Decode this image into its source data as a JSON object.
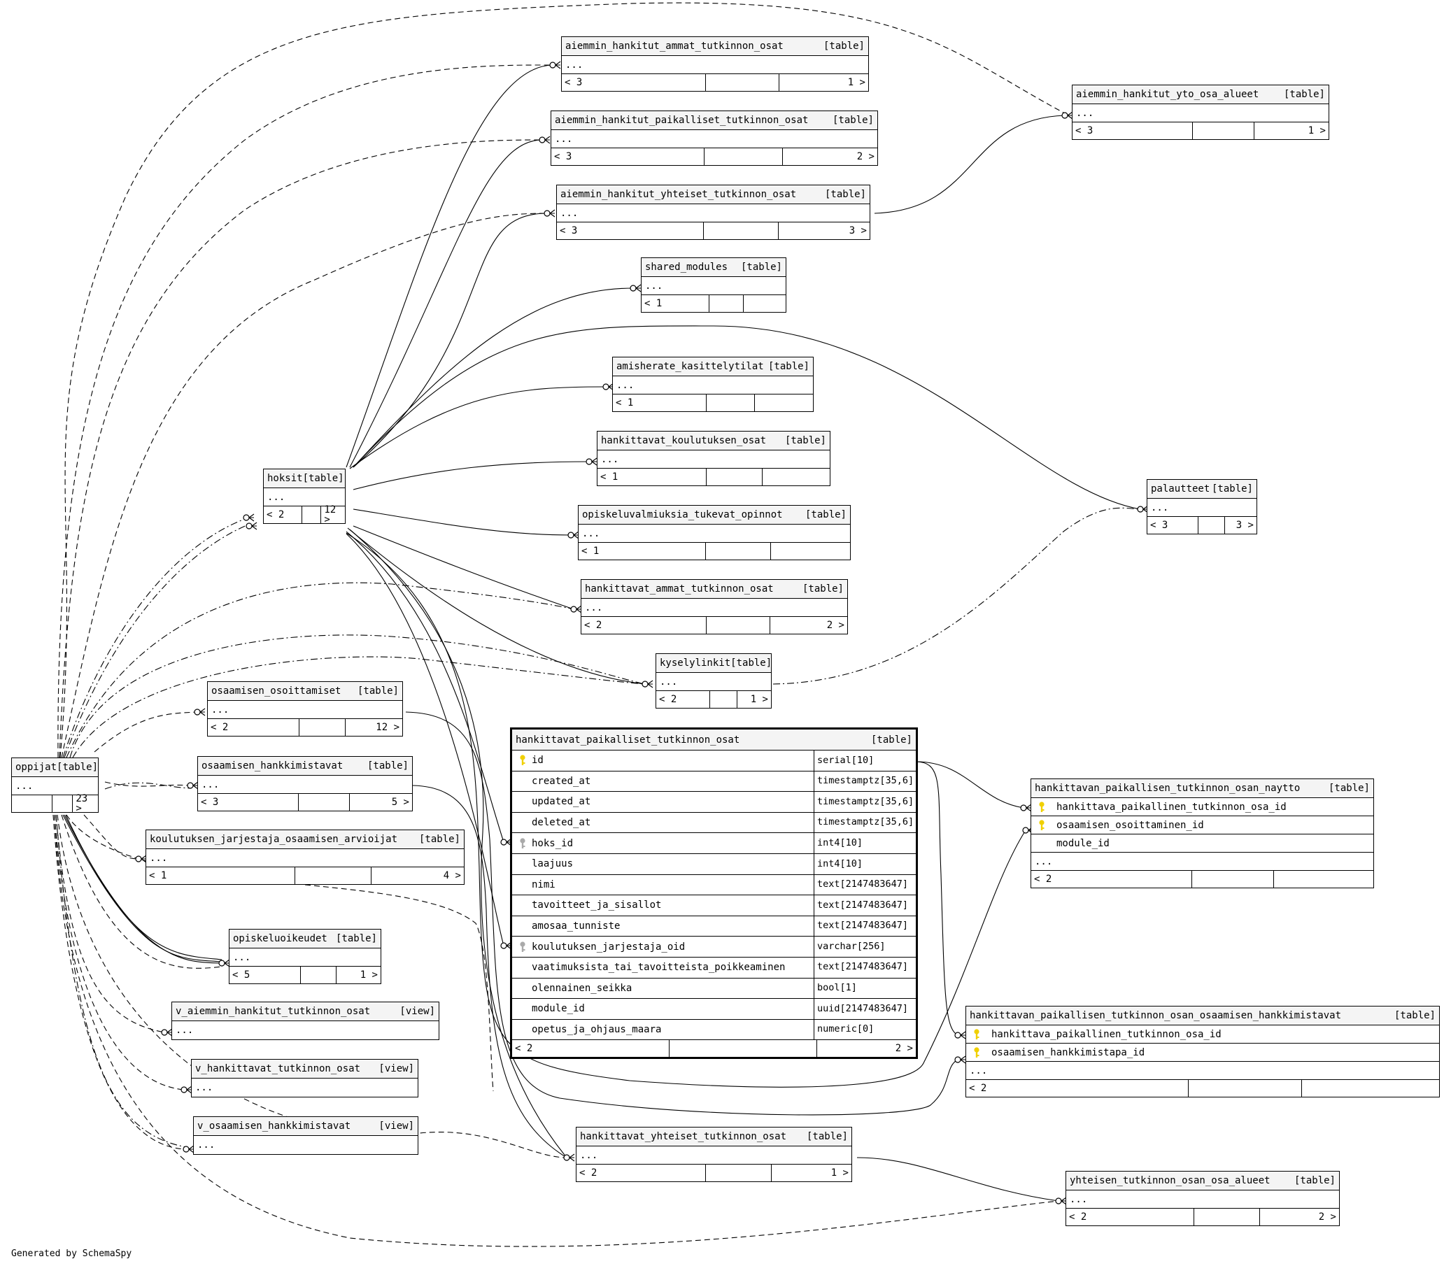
{
  "footer": {
    "generated_by": "Generated by SchemaSpy"
  },
  "colors": {
    "primary_key": "#f0d000",
    "foreign_key": "#aaaaaa",
    "header_bg": "#f4f4f4",
    "line": "#000000"
  },
  "focus_table": {
    "name": "hankittavat_paikalliset_tutkinnon_osat",
    "kind": "[table]",
    "columns": [
      {
        "name": "id",
        "type": "serial[10]",
        "icon": "primary-key-icon"
      },
      {
        "name": "created_at",
        "type": "timestamptz[35,6]",
        "icon": ""
      },
      {
        "name": "updated_at",
        "type": "timestamptz[35,6]",
        "icon": ""
      },
      {
        "name": "deleted_at",
        "type": "timestamptz[35,6]",
        "icon": ""
      },
      {
        "name": "hoks_id",
        "type": "int4[10]",
        "icon": "foreign-key-icon"
      },
      {
        "name": "laajuus",
        "type": "int4[10]",
        "icon": ""
      },
      {
        "name": "nimi",
        "type": "text[2147483647]",
        "icon": ""
      },
      {
        "name": "tavoitteet_ja_sisallot",
        "type": "text[2147483647]",
        "icon": ""
      },
      {
        "name": "amosaa_tunniste",
        "type": "text[2147483647]",
        "icon": ""
      },
      {
        "name": "koulutuksen_jarjestaja_oid",
        "type": "varchar[256]",
        "icon": "foreign-key-icon"
      },
      {
        "name": "vaatimuksista_tai_tavoitteista_poikkeaminen",
        "type": "text[2147483647]",
        "icon": ""
      },
      {
        "name": "olennainen_seikka",
        "type": "bool[1]",
        "icon": ""
      },
      {
        "name": "module_id",
        "type": "uuid[2147483647]",
        "icon": ""
      },
      {
        "name": "opetus_ja_ohjaus_maara",
        "type": "numeric[0]",
        "icon": ""
      }
    ],
    "footer": {
      "left": "< 2",
      "mid": "",
      "right": "2 >"
    }
  },
  "tables": [
    {
      "id": "oppijat",
      "name": "oppijat",
      "kind": "[table]",
      "rows": [
        "..."
      ],
      "footer": {
        "left": "",
        "mid": "",
        "right": "23 >"
      }
    },
    {
      "id": "hoksit",
      "name": "hoksit",
      "kind": "[table]",
      "rows": [
        "..."
      ],
      "footer": {
        "left": "< 2",
        "mid": "",
        "right": "12 >"
      }
    },
    {
      "id": "aht_ammat",
      "name": "aiemmin_hankitut_ammat_tutkinnon_osat",
      "kind": "[table]",
      "rows": [
        "..."
      ],
      "footer": {
        "left": "< 3",
        "mid": "",
        "right": "1 >"
      }
    },
    {
      "id": "aht_paik",
      "name": "aiemmin_hankitut_paikalliset_tutkinnon_osat",
      "kind": "[table]",
      "rows": [
        "..."
      ],
      "footer": {
        "left": "< 3",
        "mid": "",
        "right": "2 >"
      }
    },
    {
      "id": "aht_yht",
      "name": "aiemmin_hankitut_yhteiset_tutkinnon_osat",
      "kind": "[table]",
      "rows": [
        "..."
      ],
      "footer": {
        "left": "< 3",
        "mid": "",
        "right": "3 >"
      }
    },
    {
      "id": "aht_yto",
      "name": "aiemmin_hankitut_yto_osa_alueet",
      "kind": "[table]",
      "rows": [
        "..."
      ],
      "footer": {
        "left": "< 3",
        "mid": "",
        "right": "1 >"
      }
    },
    {
      "id": "shared",
      "name": "shared_modules",
      "kind": "[table]",
      "rows": [
        "..."
      ],
      "footer": {
        "left": "< 1",
        "mid": "",
        "right": ""
      }
    },
    {
      "id": "amisherate",
      "name": "amisherate_kasittelytilat",
      "kind": "[table]",
      "rows": [
        "..."
      ],
      "footer": {
        "left": "< 1",
        "mid": "",
        "right": ""
      }
    },
    {
      "id": "hk_koul",
      "name": "hankittavat_koulutuksen_osat",
      "kind": "[table]",
      "rows": [
        "..."
      ],
      "footer": {
        "left": "< 1",
        "mid": "",
        "right": ""
      }
    },
    {
      "id": "opisk_valm",
      "name": "opiskeluvalmiuksia_tukevat_opinnot",
      "kind": "[table]",
      "rows": [
        "..."
      ],
      "footer": {
        "left": "< 1",
        "mid": "",
        "right": ""
      }
    },
    {
      "id": "hk_ammat",
      "name": "hankittavat_ammat_tutkinnon_osat",
      "kind": "[table]",
      "rows": [
        "..."
      ],
      "footer": {
        "left": "< 2",
        "mid": "",
        "right": "2 >"
      }
    },
    {
      "id": "kysely",
      "name": "kyselylinkit",
      "kind": "[table]",
      "rows": [
        "..."
      ],
      "footer": {
        "left": "< 2",
        "mid": "",
        "right": "1 >"
      }
    },
    {
      "id": "palautteet",
      "name": "palautteet",
      "kind": "[table]",
      "rows": [
        "..."
      ],
      "footer": {
        "left": "< 3",
        "mid": "",
        "right": "3 >"
      }
    },
    {
      "id": "osa_osoit",
      "name": "osaamisen_osoittamiset",
      "kind": "[table]",
      "rows": [
        "..."
      ],
      "footer": {
        "left": "< 2",
        "mid": "",
        "right": "12 >"
      }
    },
    {
      "id": "osa_hank",
      "name": "osaamisen_hankkimistavat",
      "kind": "[table]",
      "rows": [
        "..."
      ],
      "footer": {
        "left": "< 3",
        "mid": "",
        "right": "5 >"
      }
    },
    {
      "id": "koul_arv",
      "name": "koulutuksen_jarjestaja_osaamisen_arvioijat",
      "kind": "[table]",
      "rows": [
        "..."
      ],
      "footer": {
        "left": "< 1",
        "mid": "",
        "right": "4 >"
      }
    },
    {
      "id": "opisk_oik",
      "name": "opiskeluoikeudet",
      "kind": "[table]",
      "rows": [
        "..."
      ],
      "footer": {
        "left": "< 5",
        "mid": "",
        "right": "1 >"
      }
    },
    {
      "id": "v_aht",
      "name": "v_aiemmin_hankitut_tutkinnon_osat",
      "kind": "[view]",
      "rows": [
        "..."
      ],
      "footer": null
    },
    {
      "id": "v_hk",
      "name": "v_hankittavat_tutkinnon_osat",
      "kind": "[view]",
      "rows": [
        "..."
      ],
      "footer": null
    },
    {
      "id": "v_osa",
      "name": "v_osaamisen_hankkimistavat",
      "kind": "[view]",
      "rows": [
        "..."
      ],
      "footer": null
    },
    {
      "id": "naytto",
      "name": "hankittavan_paikallisen_tutkinnon_osan_naytto",
      "kind": "[table]",
      "rows": [
        {
          "text": "hankittava_paikallinen_tutkinnon_osa_id",
          "icon": "primary-key-icon"
        },
        {
          "text": "osaamisen_osoittaminen_id",
          "icon": "primary-key-icon"
        },
        {
          "text": "module_id",
          "icon": ""
        },
        {
          "text": "...",
          "icon": "none"
        }
      ],
      "footer": {
        "left": "< 2",
        "mid": "",
        "right": ""
      }
    },
    {
      "id": "hph",
      "name": "hankittavan_paikallisen_tutkinnon_osan_osaamisen_hankkimistavat",
      "kind": "[table]",
      "rows": [
        {
          "text": "hankittava_paikallinen_tutkinnon_osa_id",
          "icon": "primary-key-icon"
        },
        {
          "text": "osaamisen_hankkimistapa_id",
          "icon": "primary-key-icon"
        },
        {
          "text": "...",
          "icon": "none"
        }
      ],
      "footer": {
        "left": "< 2",
        "mid": "",
        "right": ""
      }
    },
    {
      "id": "hk_yht",
      "name": "hankittavat_yhteiset_tutkinnon_osat",
      "kind": "[table]",
      "rows": [
        "..."
      ],
      "footer": {
        "left": "< 2",
        "mid": "",
        "right": "1 >"
      }
    },
    {
      "id": "yht_osa",
      "name": "yhteisen_tutkinnon_osan_osa_alueet",
      "kind": "[table]",
      "rows": [
        "..."
      ],
      "footer": {
        "left": "< 2",
        "mid": "",
        "right": "2 >"
      }
    }
  ]
}
